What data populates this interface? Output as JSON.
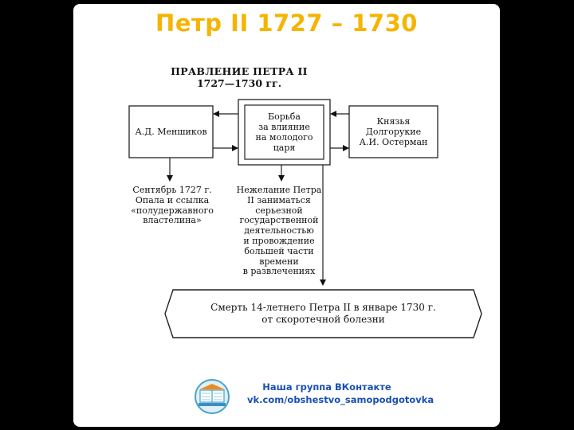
{
  "slide": {
    "title": "Петр II 1727 – 1730"
  },
  "diagram": {
    "title_line1": "ПРАВЛЕНИЕ ПЕТРА II",
    "title_line2": "1727—1730 гг.",
    "left_box": "А.Д. Меншиков",
    "center_box": [
      "Борьба",
      "за влияние",
      "на молодого",
      "царя"
    ],
    "right_box": [
      "Князья",
      "Долгорукие",
      "А.И. Остерман"
    ],
    "left_note": [
      "Сентябрь 1727 г.",
      "Опала и ссылка",
      "«полудержавного",
      "властелина»"
    ],
    "center_note": [
      "Нежелание Петра",
      "II заниматься",
      "серьезной",
      "государственной",
      "деятельностью",
      "и провождение",
      "большей части",
      "времени",
      "в развлечениях"
    ],
    "bottom_box": [
      "Смерть 14-летнего Петра II в январе 1730 г.",
      "от скоротечной болезни"
    ]
  },
  "footer": {
    "line1": "Наша группа ВКонтакте",
    "line2": "vk.com/obshestvo_samopodgotovka"
  },
  "colors": {
    "title": "#f5b400",
    "link": "#1a4fb5",
    "background": "#000000"
  }
}
